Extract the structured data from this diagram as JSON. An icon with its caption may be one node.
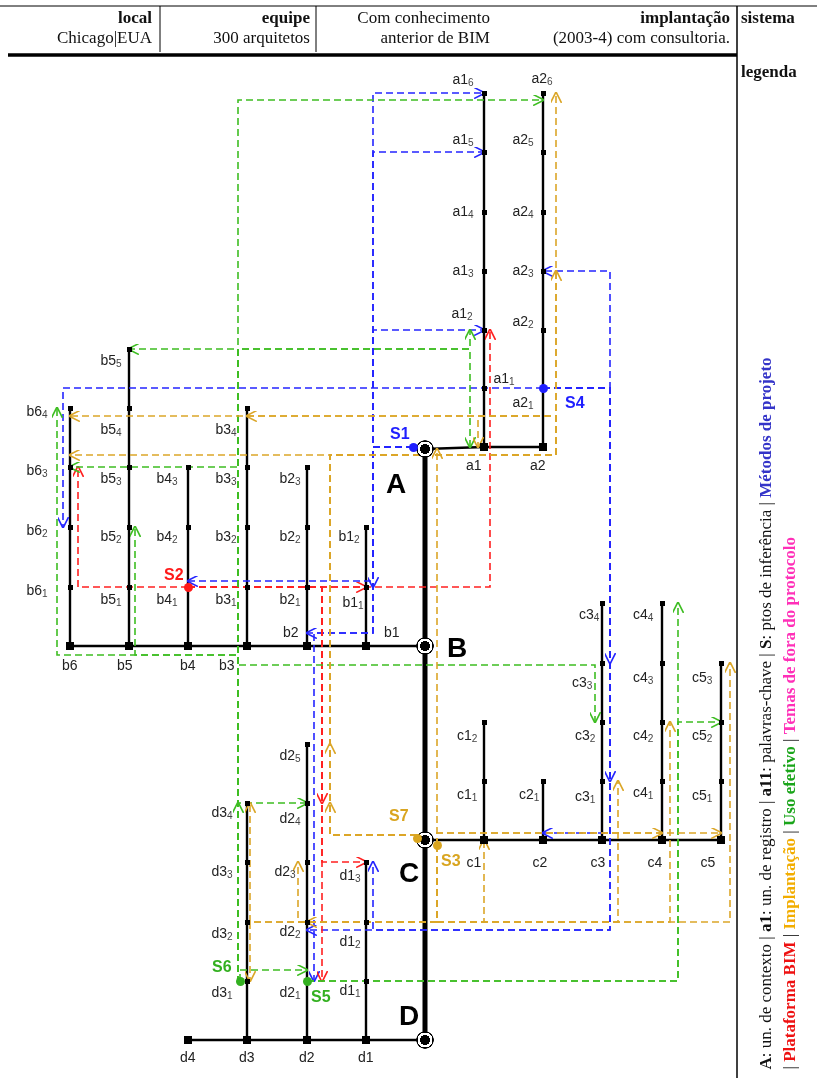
{
  "diagram": {
    "nodes": [
      {
        "text": [
          "A"
        ]
      },
      {
        "text": [
          "B"
        ]
      },
      {
        "text": [
          "C"
        ]
      },
      {
        "text": [
          "D"
        ]
      },
      {
        "text": [
          "S1"
        ]
      },
      {
        "text": [
          "a1"
        ]
      },
      {
        "text": [
          "a2"
        ]
      },
      {
        "text": [
          "a1$_{1}$"
        ]
      },
      {
        "text": [
          "a1$_{2}$"
        ]
      },
      {
        "text": [
          "a1$_{3}$"
        ]
      },
      {
        "text": [
          "a1$_{4}$"
        ]
      },
      {
        "text": [
          "a1$_{5}$"
        ]
      },
      {
        "text": [
          "a1$_{6}$"
        ]
      },
      {
        "text": [
          "a2$_{1}$"
        ]
      },
      {
        "text": [
          "a2$_{2}$"
        ]
      },
      {
        "text": [
          "a2$_{3}$"
        ]
      },
      {
        "text": [
          "a2$_{4}$"
        ]
      },
      {
        "text": [
          "a2$_{5}$"
        ]
      },
      {
        "text": [
          "a2$_{6}$"
        ]
      },
      {
        "text": [
          "S4"
        ]
      },
      {
        "text": [
          "b1"
        ]
      },
      {
        "text": [
          "b2"
        ]
      },
      {
        "text": [
          "b3"
        ]
      },
      {
        "text": [
          "b4"
        ]
      },
      {
        "text": [
          "b5"
        ]
      },
      {
        "text": [
          "b6"
        ]
      },
      {
        "text": [
          "b1$_{1}$"
        ]
      },
      {
        "text": [
          "b1$_{2}$"
        ]
      },
      {
        "text": [
          "b2$_{1}$"
        ]
      },
      {
        "text": [
          "b2$_{2}$"
        ]
      },
      {
        "text": [
          "b2$_{3}$"
        ]
      },
      {
        "text": [
          "b3$_{1}$"
        ]
      },
      {
        "text": [
          "b3$_{2}$"
        ]
      },
      {
        "text": [
          "b3$_{3}$"
        ]
      },
      {
        "text": [
          "b3$_{4}$"
        ]
      },
      {
        "text": [
          "b4$_{1}$"
        ]
      },
      {
        "text": [
          "b4$_{2}$"
        ]
      },
      {
        "text": [
          "b4$_{3}$"
        ]
      },
      {
        "text": [
          "b5$_{1}$"
        ]
      },
      {
        "text": [
          "b5$_{2}$"
        ]
      },
      {
        "text": [
          "b5$_{3}$"
        ]
      },
      {
        "text": [
          "b5$_{4}$"
        ]
      },
      {
        "text": [
          "b5$_{5}$"
        ]
      },
      {
        "text": [
          "b6$_{1}$"
        ]
      },
      {
        "text": [
          "b6$_{2}$"
        ]
      },
      {
        "text": [
          "b6$_{3}$"
        ]
      },
      {
        "text": [
          "b6$_{4}$"
        ]
      },
      {
        "text": [
          "S2"
        ]
      },
      {
        "text": [
          "c1"
        ]
      },
      {
        "text": [
          "c2"
        ]
      },
      {
        "text": [
          "c3"
        ]
      },
      {
        "text": [
          "c4"
        ]
      },
      {
        "text": [
          "c5"
        ]
      },
      {
        "text": [
          "c1$_{1}$"
        ]
      },
      {
        "text": [
          "c1$_{2}$"
        ]
      },
      {
        "text": [
          "c2$_{1}$"
        ]
      },
      {
        "text": [
          "c3$_{1}$"
        ]
      },
      {
        "text": [
          "c3$_{2}$"
        ]
      },
      {
        "text": [
          "c3$_{3}$"
        ]
      },
      {
        "text": [
          "c3$_{4}$"
        ]
      },
      {
        "text": [
          "c4$_{1}$"
        ]
      },
      {
        "text": [
          "c4$_{2}$"
        ]
      },
      {
        "text": [
          "c4$_{3}$"
        ]
      },
      {
        "text": [
          "c4$_{4}$"
        ]
      },
      {
        "text": [
          "c5$_{1}$"
        ]
      },
      {
        "text": [
          "c5$_{2}$"
        ]
      },
      {
        "text": [
          "c5$_{3}$"
        ]
      },
      {
        "text": [
          "S7"
        ]
      },
      {
        "text": [
          "S3"
        ]
      },
      {
        "text": [
          "d1"
        ]
      },
      {
        "text": [
          "d2"
        ]
      },
      {
        "text": [
          "d3"
        ]
      },
      {
        "text": [
          "d4"
        ]
      },
      {
        "text": [
          "d1$_{1}$"
        ]
      },
      {
        "text": [
          "d1$_{2}$"
        ]
      },
      {
        "text": [
          "d1$_{3}$"
        ]
      },
      {
        "text": [
          "d2$_{1}$"
        ]
      },
      {
        "text": [
          "d2$_{2}$"
        ]
      },
      {
        "text": [
          "d2$_{3}$"
        ]
      },
      {
        "text": [
          "d2$_{4}$"
        ]
      },
      {
        "text": [
          "d2$_{5}$"
        ]
      },
      {
        "text": [
          "d3$_{1}$"
        ]
      },
      {
        "text": [
          "d3$_{2}$"
        ]
      },
      {
        "text": [
          "d3$_{3}$"
        ]
      },
      {
        "text": [
          "d3$_{4}$"
        ]
      },
      {
        "text": [
          "S5"
        ]
      },
      {
        "text": [
          "S6"
        ]
      }
    ],
    "edges": [
      {
        "from": 0,
        "to": 1,
        "arrow": "none",
        "style": "thick"
      },
      {
        "from": 1,
        "to": 2,
        "arrow": "none",
        "style": "thick"
      },
      {
        "from": 2,
        "to": 3,
        "arrow": "none",
        "style": "thick"
      },
      {
        "from": 0,
        "to": 5,
        "arrow": "none"
      },
      {
        "from": 5,
        "to": 6,
        "arrow": "none"
      },
      {
        "from": 5,
        "to": 7,
        "arrow": "none"
      },
      {
        "from": 7,
        "to": 8,
        "arrow": "none"
      },
      {
        "from": 8,
        "to": 9,
        "arrow": "none"
      },
      {
        "from": 9,
        "to": 10,
        "arrow": "none"
      },
      {
        "from": 10,
        "to": 11,
        "arrow": "none"
      },
      {
        "from": 11,
        "to": 12,
        "arrow": "none"
      },
      {
        "from": 6,
        "to": 13,
        "arrow": "none"
      },
      {
        "from": 13,
        "to": 14,
        "arrow": "none"
      },
      {
        "from": 14,
        "to": 15,
        "arrow": "none"
      },
      {
        "from": 15,
        "to": 16,
        "arrow": "none"
      },
      {
        "from": 16,
        "to": 17,
        "arrow": "none"
      },
      {
        "from": 17,
        "to": 18,
        "arrow": "none"
      },
      {
        "from": 1,
        "to": 20,
        "arrow": "none"
      },
      {
        "from": 20,
        "to": 21,
        "arrow": "none"
      },
      {
        "from": 21,
        "to": 22,
        "arrow": "none"
      },
      {
        "from": 22,
        "to": 23,
        "arrow": "none"
      },
      {
        "from": 23,
        "to": 24,
        "arrow": "none"
      },
      {
        "from": 24,
        "to": 25,
        "arrow": "none"
      },
      {
        "from": 20,
        "to": 26,
        "arrow": "none"
      },
      {
        "from": 26,
        "to": 27,
        "arrow": "none"
      },
      {
        "from": 21,
        "to": 28,
        "arrow": "none"
      },
      {
        "from": 28,
        "to": 29,
        "arrow": "none"
      },
      {
        "from": 29,
        "to": 30,
        "arrow": "none"
      },
      {
        "from": 22,
        "to": 31,
        "arrow": "none"
      },
      {
        "from": 31,
        "to": 32,
        "arrow": "none"
      },
      {
        "from": 32,
        "to": 33,
        "arrow": "none"
      },
      {
        "from": 33,
        "to": 34,
        "arrow": "none"
      },
      {
        "from": 23,
        "to": 35,
        "arrow": "none"
      },
      {
        "from": 35,
        "to": 36,
        "arrow": "none"
      },
      {
        "from": 36,
        "to": 37,
        "arrow": "none"
      },
      {
        "from": 24,
        "to": 38,
        "arrow": "none"
      },
      {
        "from": 38,
        "to": 39,
        "arrow": "none"
      },
      {
        "from": 39,
        "to": 40,
        "arrow": "none"
      },
      {
        "from": 40,
        "to": 41,
        "arrow": "none"
      },
      {
        "from": 41,
        "to": 42,
        "arrow": "none"
      },
      {
        "from": 25,
        "to": 43,
        "arrow": "none"
      },
      {
        "from": 43,
        "to": 44,
        "arrow": "none"
      },
      {
        "from": 44,
        "to": 45,
        "arrow": "none"
      },
      {
        "from": 45,
        "to": 46,
        "arrow": "none"
      },
      {
        "from": 2,
        "to": 48,
        "arrow": "none"
      },
      {
        "from": 48,
        "to": 49,
        "arrow": "none"
      },
      {
        "from": 49,
        "to": 50,
        "arrow": "none"
      },
      {
        "from": 50,
        "to": 51,
        "arrow": "none"
      },
      {
        "from": 51,
        "to": 52,
        "arrow": "none"
      },
      {
        "from": 48,
        "to": 53,
        "arrow": "none"
      },
      {
        "from": 53,
        "to": 54,
        "arrow": "none"
      },
      {
        "from": 49,
        "to": 55,
        "arrow": "none"
      },
      {
        "from": 50,
        "to": 56,
        "arrow": "none"
      },
      {
        "from": 56,
        "to": 57,
        "arrow": "none"
      },
      {
        "from": 57,
        "to": 58,
        "arrow": "none"
      },
      {
        "from": 58,
        "to": 59,
        "arrow": "none"
      },
      {
        "from": 51,
        "to": 60,
        "arrow": "none"
      },
      {
        "from": 60,
        "to": 61,
        "arrow": "none"
      },
      {
        "from": 61,
        "to": 62,
        "arrow": "none"
      },
      {
        "from": 62,
        "to": 63,
        "arrow": "none"
      },
      {
        "from": 52,
        "to": 64,
        "arrow": "none"
      },
      {
        "from": 64,
        "to": 65,
        "arrow": "none"
      },
      {
        "from": 65,
        "to": 66,
        "arrow": "none"
      },
      {
        "from": 3,
        "to": 69,
        "arrow": "none"
      },
      {
        "from": 69,
        "to": 70,
        "arrow": "none"
      },
      {
        "from": 70,
        "to": 71,
        "arrow": "none"
      },
      {
        "from": 71,
        "to": 72,
        "arrow": "none"
      },
      {
        "from": 69,
        "to": 73,
        "arrow": "none"
      },
      {
        "from": 73,
        "to": 74,
        "arrow": "none"
      },
      {
        "from": 74,
        "to": 75,
        "arrow": "none"
      },
      {
        "from": 70,
        "to": 76,
        "arrow": "none"
      },
      {
        "from": 76,
        "to": 77,
        "arrow": "none"
      },
      {
        "from": 77,
        "to": 78,
        "arrow": "none"
      },
      {
        "from": 78,
        "to": 79,
        "arrow": "none"
      },
      {
        "from": 79,
        "to": 80,
        "arrow": "none"
      },
      {
        "from": 71,
        "to": 81,
        "arrow": "none"
      },
      {
        "from": 81,
        "to": 82,
        "arrow": "none"
      },
      {
        "from": 82,
        "to": 83,
        "arrow": "none"
      },
      {
        "from": 83,
        "to": 84,
        "arrow": "none"
      },
      {
        "from": 4,
        "to": 12,
        "arrow": "to",
        "style": "dashed",
        "color": "#2525ff"
      },
      {
        "from": 4,
        "to": 11,
        "arrow": "to",
        "style": "dashed",
        "color": "#2525ff"
      },
      {
        "from": 4,
        "to": 8,
        "arrow": "to",
        "style": "dashed",
        "color": "#2525ff"
      },
      {
        "from": 4,
        "to": 26,
        "arrow": "to",
        "style": "dashed",
        "color": "#2525ff"
      },
      {
        "from": 4,
        "to": 35,
        "arrow": "to",
        "style": "dashed",
        "color": "#2525ff"
      },
      {
        "from": 4,
        "to": 21,
        "arrow": "to",
        "style": "dashed",
        "color": "#2525ff"
      },
      {
        "from": 4,
        "to": 76,
        "arrow": "to",
        "style": "dashed",
        "color": "#2525ff"
      },
      {
        "from": 19,
        "to": 44,
        "arrow": "to",
        "style": "dashed",
        "color": "#2525ff"
      },
      {
        "from": 19,
        "to": 15,
        "arrow": "to",
        "style": "dashed",
        "color": "#2525ff"
      },
      {
        "from": 19,
        "to": 58,
        "arrow": "to",
        "style": "dashed",
        "color": "#2525ff"
      },
      {
        "from": 19,
        "to": 56,
        "arrow": "to",
        "style": "dashed",
        "color": "#2525ff"
      },
      {
        "from": 19,
        "to": 49,
        "arrow": "to",
        "style": "dashed",
        "color": "#2525ff"
      },
      {
        "from": 19,
        "to": 77,
        "arrow": "to",
        "style": "dashed",
        "color": "#2525ff"
      },
      {
        "from": 19,
        "to": 75,
        "arrow": "to",
        "style": "dashed",
        "color": "#2525ff"
      },
      {
        "from": 47,
        "to": 26,
        "arrow": "to",
        "style": "dashed",
        "color": "#ff2020"
      },
      {
        "from": 47,
        "to": 8,
        "arrow": "to",
        "style": "dashed",
        "color": "#ff2020"
      },
      {
        "from": 47,
        "to": 45,
        "arrow": "to",
        "style": "dashed",
        "color": "#ff2020"
      },
      {
        "from": 47,
        "to": 79,
        "arrow": "to",
        "style": "dashed",
        "color": "#ff2020"
      },
      {
        "from": 47,
        "to": 76,
        "arrow": "to",
        "style": "dashed",
        "color": "#ff2020"
      },
      {
        "from": 47,
        "to": 75,
        "arrow": "to",
        "style": "dashed",
        "color": "#ff2020"
      },
      {
        "from": 86,
        "to": 18,
        "arrow": "to",
        "style": "dashed",
        "color": "#3ebd22"
      },
      {
        "from": 86,
        "to": 42,
        "arrow": "to",
        "style": "dashed",
        "color": "#3ebd22"
      },
      {
        "from": 86,
        "to": 8,
        "arrow": "to",
        "style": "dashed",
        "color": "#3ebd22"
      },
      {
        "from": 86,
        "to": 5,
        "arrow": "to",
        "style": "dashed",
        "color": "#3ebd22"
      },
      {
        "from": 86,
        "to": 45,
        "arrow": "to",
        "style": "dashed",
        "color": "#3ebd22"
      },
      {
        "from": 86,
        "to": 46,
        "arrow": "to",
        "style": "dashed",
        "color": "#3ebd22"
      },
      {
        "from": 86,
        "to": 39,
        "arrow": "to",
        "style": "dashed",
        "color": "#3ebd22"
      },
      {
        "from": 86,
        "to": 57,
        "arrow": "to",
        "style": "dashed",
        "color": "#3ebd22"
      },
      {
        "from": 86,
        "to": 84,
        "arrow": "to",
        "style": "dashed",
        "color": "#3ebd22"
      },
      {
        "from": 86,
        "to": 79,
        "arrow": "to",
        "style": "dashed",
        "color": "#3ebd22"
      },
      {
        "from": 86,
        "to": 76,
        "arrow": "to",
        "style": "dashed",
        "color": "#3ebd22"
      },
      {
        "from": 85,
        "to": 63,
        "arrow": "to",
        "style": "dashed",
        "color": "#3ebd22"
      },
      {
        "from": 85,
        "to": 65,
        "arrow": "to",
        "style": "dashed",
        "color": "#3ebd22"
      },
      {
        "from": 67,
        "to": 80,
        "arrow": "to",
        "style": "dashed",
        "color": "#dba628"
      },
      {
        "from": 67,
        "to": 79,
        "arrow": "to",
        "style": "dashed",
        "color": "#dba628"
      },
      {
        "from": 67,
        "to": 18,
        "arrow": "to",
        "style": "dashed",
        "color": "#dba628"
      },
      {
        "from": 67,
        "to": 15,
        "arrow": "to",
        "style": "dashed",
        "color": "#dba628"
      },
      {
        "from": 67,
        "to": 45,
        "arrow": "to",
        "style": "dashed",
        "color": "#dba628"
      },
      {
        "from": 67,
        "to": 46,
        "arrow": "to",
        "style": "dashed",
        "color": "#dba628"
      },
      {
        "from": 67,
        "to": 34,
        "arrow": "to",
        "style": "dashed",
        "color": "#dba628"
      },
      {
        "from": 67,
        "to": 5,
        "arrow": "to",
        "style": "dashed",
        "color": "#dba628"
      },
      {
        "from": 68,
        "to": 51,
        "arrow": "to",
        "style": "dashed",
        "color": "#dba628"
      },
      {
        "from": 68,
        "to": 52,
        "arrow": "to",
        "style": "dashed",
        "color": "#dba628"
      },
      {
        "from": 68,
        "to": 0,
        "arrow": "to",
        "style": "dashed",
        "color": "#dba628"
      },
      {
        "from": 68,
        "to": 48,
        "arrow": "to",
        "style": "dashed",
        "color": "#dba628"
      },
      {
        "from": 68,
        "to": 56,
        "arrow": "to",
        "style": "dashed",
        "color": "#dba628"
      },
      {
        "from": 68,
        "to": 61,
        "arrow": "to",
        "style": "dashed",
        "color": "#dba628"
      },
      {
        "from": 68,
        "to": 66,
        "arrow": "to",
        "style": "dashed",
        "color": "#dba628"
      },
      {
        "from": 68,
        "to": 78,
        "arrow": "to",
        "style": "dashed",
        "color": "#dba628"
      },
      {
        "from": 68,
        "to": 81,
        "arrow": "to",
        "style": "dashed",
        "color": "#dba628"
      },
      {
        "from": 68,
        "to": 84,
        "arrow": "to",
        "style": "dashed",
        "color": "#dba628"
      },
      {
        "from": 68,
        "to": 77,
        "arrow": "to",
        "style": "dashed",
        "color": "#dba628"
      }
    ],
    "labels": [
      "local",
      "Chicago|EUA",
      "equipe",
      "300 arquitetos",
      "Com conhecimento anterior de BIM",
      "implantação",
      "(2003-4) com consultoria.",
      "sistema",
      "legenda",
      "**A**: un. de contexto | **a1**: un. de registro | **a11**: palavras-chave | **S**: ptos de inferência |",
      "|",
      "|",
      "|",
      "|"
    ],
    "legend": [
      {
        "text": "Métodos de projeto",
        "color": "#3434c8"
      },
      {
        "text": "Plataforma BIM",
        "color": "#ee1111"
      },
      {
        "text": "Implantação",
        "color": "#f2ad00"
      },
      {
        "text": "Uso efetivo",
        "color": "#1aa51a"
      },
      {
        "text": "Temas de fora do protocolo",
        "color": "#ff30b8"
      }
    ]
  }
}
